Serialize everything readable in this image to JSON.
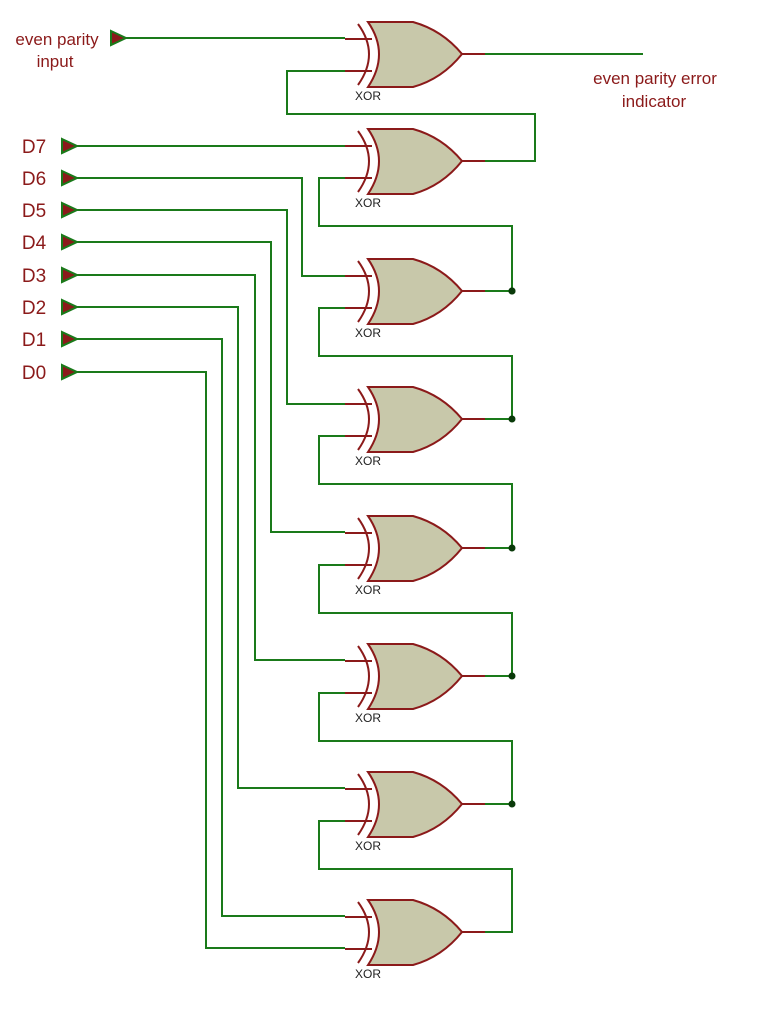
{
  "title": "",
  "inputs": {
    "parity_input_label_line1": "even parity",
    "parity_input_label_line2": "input",
    "data_bits": [
      "D7",
      "D6",
      "D5",
      "D4",
      "D3",
      "D2",
      "D1",
      "D0"
    ]
  },
  "output": {
    "label_line1": "even parity error",
    "label_line2": "indicator"
  },
  "gates": [
    "XOR",
    "XOR",
    "XOR",
    "XOR",
    "XOR",
    "XOR",
    "XOR",
    "XOR"
  ],
  "colors": {
    "wire": "#1a7a1a",
    "pin": "#8b1a1a",
    "gate_fill": "#c8c8aa",
    "gate_stroke": "#8b1a1a",
    "text": "#8b1a1a",
    "junction": "#0a3a0a"
  }
}
